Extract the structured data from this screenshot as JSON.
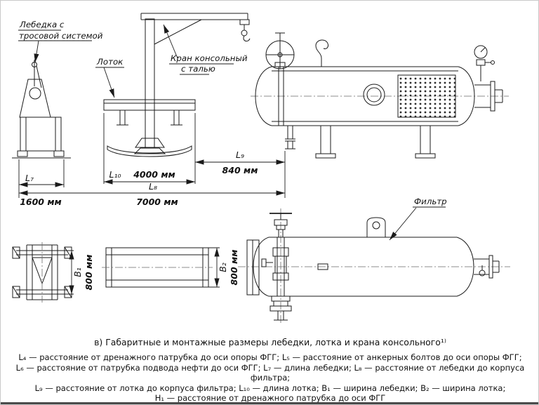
{
  "colors": {
    "ink": "#1b1b1b",
    "background": "#ffffff"
  },
  "labels": {
    "winch_line1": "Лебедка с",
    "winch_line2": "тросовой системой",
    "tray": "Лоток",
    "crane_line1": "Кран консольный",
    "crane_line2": "с талью",
    "filter": "Фильтр"
  },
  "dimensions": {
    "l7": {
      "symbol": "L₇",
      "value": "1600 мм"
    },
    "l8": {
      "symbol": "L₈",
      "value": "7000 мм"
    },
    "l9": {
      "symbol": "L₉",
      "value": "840 мм"
    },
    "l10": {
      "symbol": "L₁₀",
      "value": "4000 мм"
    },
    "b1": {
      "symbol": "B₁",
      "value": "800 мм"
    },
    "b2": {
      "symbol": "B₂",
      "value": "800 мм"
    }
  },
  "caption": "в) Габаритные и монтажные размеры лебедки, лотка и крана консольного¹⁾",
  "legend": [
    "L₄ — расстояние от дренажного патрубка до оси опоры ФГГ; L₅ — расстояние от анкерных болтов до оси опоры ФГГ;",
    "L₆ — расстояние от патрубка подвода нефти до оси ФГГ; L₇ — длина лебедки; L₈ — расстояние от лебедки до корпуса фильтра;",
    "L₉ — расстояние от лотка до корпуса фильтра; L₁₀ — длина лотка; B₁ — ширина лебедки; B₂ — ширина лотка;",
    "H₁ — расстояние от дренажного патрубка до оси ФГГ"
  ]
}
